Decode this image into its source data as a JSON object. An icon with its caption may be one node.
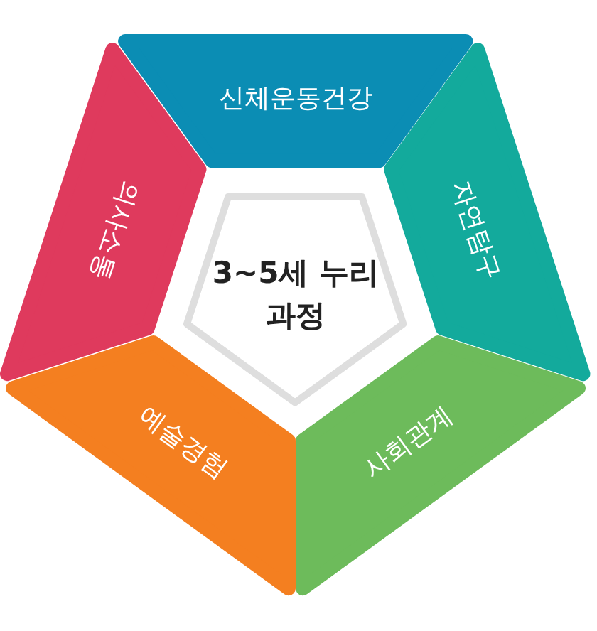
{
  "diagram": {
    "nodes": [
      {
        "text": [
          "3~5세 누리과정"
        ]
      },
      {
        "text": [
          "신체운동건강"
        ]
      },
      {
        "text": [
          "자연탐구"
        ]
      },
      {
        "text": [
          "사회관계"
        ]
      },
      {
        "text": [
          "예술경험"
        ]
      },
      {
        "text": [
          "의사소통"
        ]
      }
    ]
  }
}
